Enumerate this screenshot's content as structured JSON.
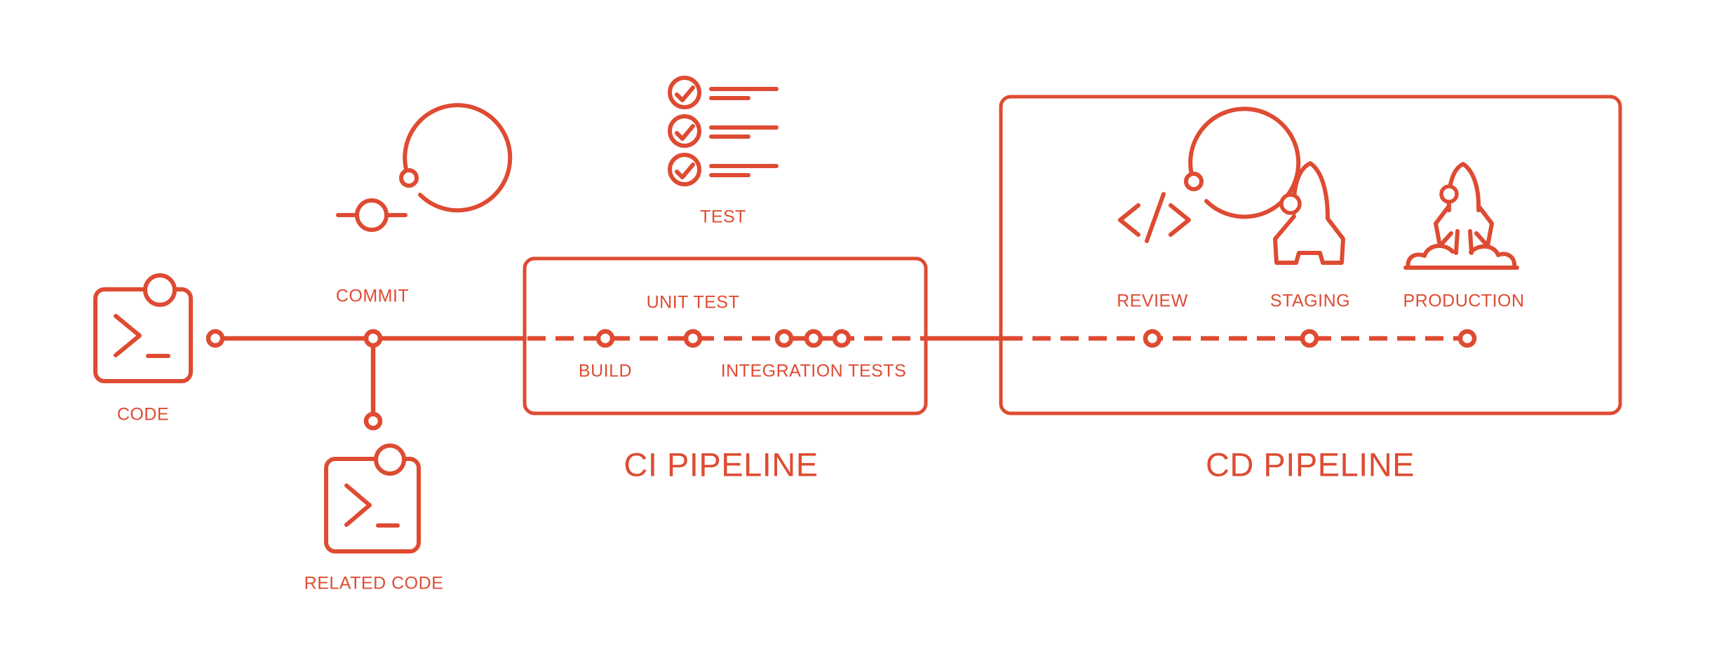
{
  "colors": {
    "accent": "#DE4B32",
    "background": "#FFFFFF"
  },
  "source": {
    "code_label": "CODE",
    "commit_label": "COMMIT",
    "related_code_label": "RELATED CODE"
  },
  "ci_pipeline": {
    "title": "CI PIPELINE",
    "test_label": "TEST",
    "build_label": "BUILD",
    "unit_test_label": "UNIT TEST",
    "integration_tests_label": "INTEGRATION TESTS"
  },
  "cd_pipeline": {
    "title": "CD PIPELINE",
    "review_label": "REVIEW",
    "staging_label": "STAGING",
    "production_label": "PRODUCTION"
  }
}
